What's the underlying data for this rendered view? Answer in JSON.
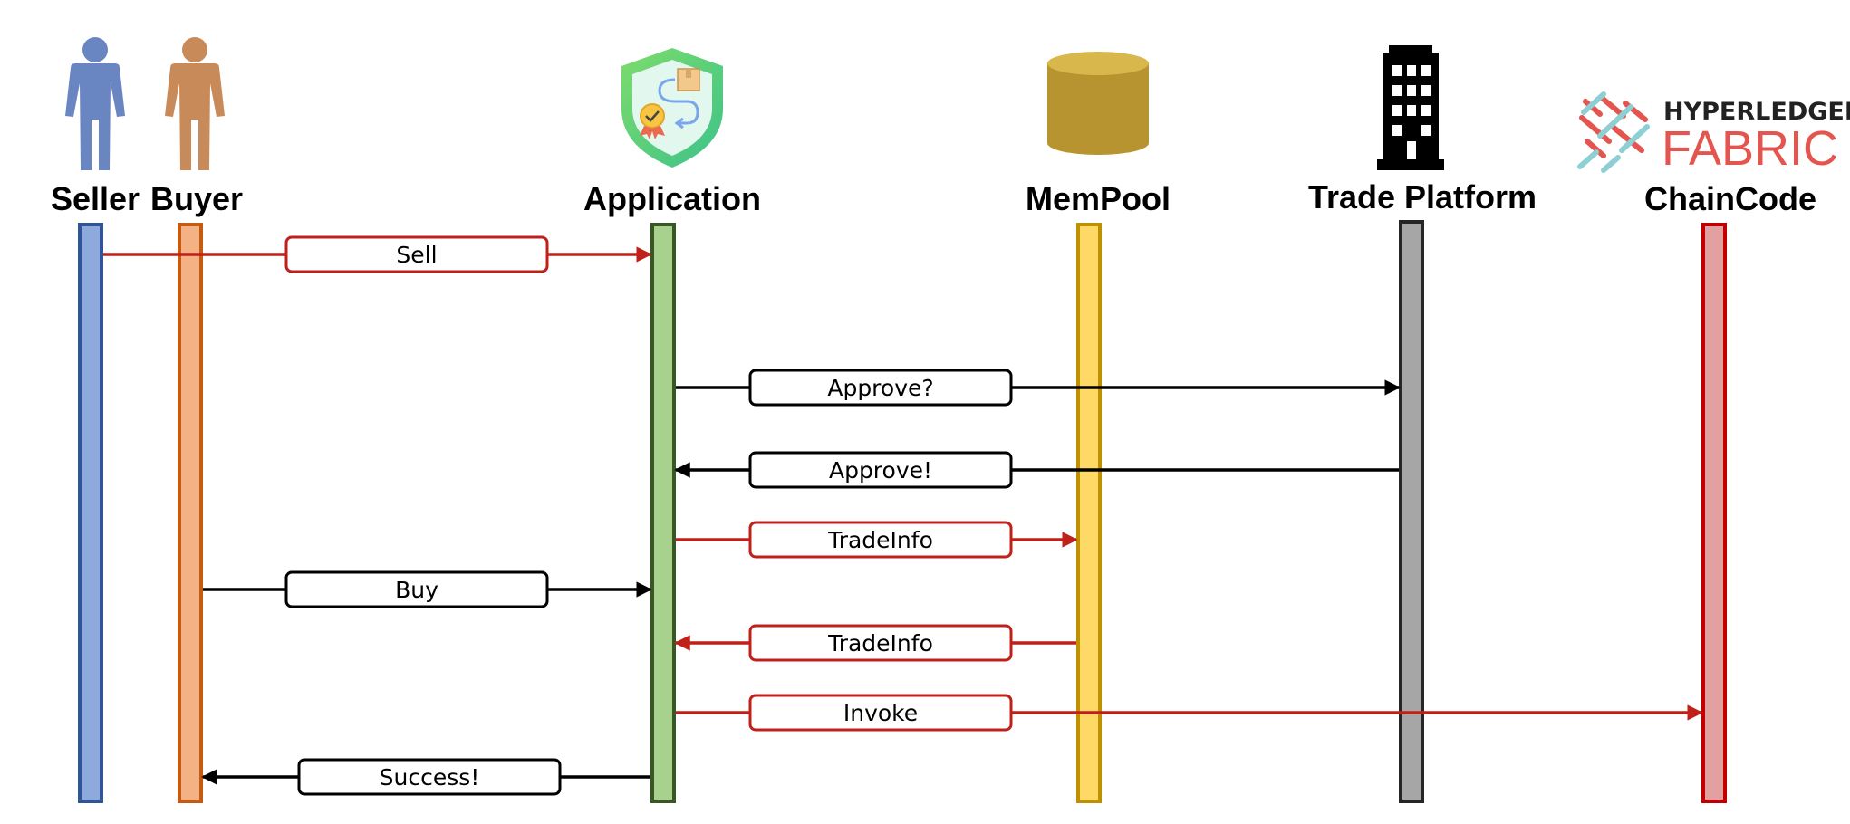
{
  "actors": [
    {
      "id": "seller",
      "name": "Seller",
      "icon": "person-icon",
      "color": "#6a86c2",
      "fill": "#8ea9db",
      "stroke": "#2f5597"
    },
    {
      "id": "buyer",
      "name": "Buyer",
      "icon": "person-icon",
      "color": "#c98a5a",
      "fill": "#f4b183",
      "stroke": "#c55a11"
    },
    {
      "id": "application",
      "name": "Application",
      "icon": "shield-icon",
      "fill": "#a9d18e",
      "stroke": "#385723"
    },
    {
      "id": "mempool",
      "name": "MemPool",
      "icon": "database-icon",
      "color": "#bf9a2e",
      "fill": "#ffd966",
      "stroke": "#bf9000"
    },
    {
      "id": "trade-platform",
      "name": "Trade Platform",
      "icon": "building-icon",
      "fill": "#a6a6a6",
      "stroke": "#262626"
    },
    {
      "id": "chaincode",
      "name": "ChainCode",
      "icon": "hyperledger-fabric-logo",
      "fill": "#e3a0a0",
      "stroke": "#c00000"
    }
  ],
  "logo": {
    "top": "HYPERLEDGER",
    "bottom": "FABRIC"
  },
  "messages": [
    {
      "label": "Sell",
      "from": "seller",
      "to": "application",
      "color": "#c0201a"
    },
    {
      "label": "Approve?",
      "from": "application",
      "to": "trade-platform",
      "color": "#000000"
    },
    {
      "label": "Approve!",
      "from": "trade-platform",
      "to": "application",
      "color": "#000000"
    },
    {
      "label": "TradeInfo",
      "from": "application",
      "to": "mempool",
      "color": "#c0201a"
    },
    {
      "label": "Buy",
      "from": "buyer",
      "to": "application",
      "color": "#000000"
    },
    {
      "label": "TradeInfo",
      "from": "mempool",
      "to": "application",
      "color": "#c0201a"
    },
    {
      "label": "Invoke",
      "from": "application",
      "to": "chaincode",
      "color": "#c0201a"
    },
    {
      "label": "Success!",
      "from": "application",
      "to": "buyer",
      "color": "#000000"
    }
  ]
}
